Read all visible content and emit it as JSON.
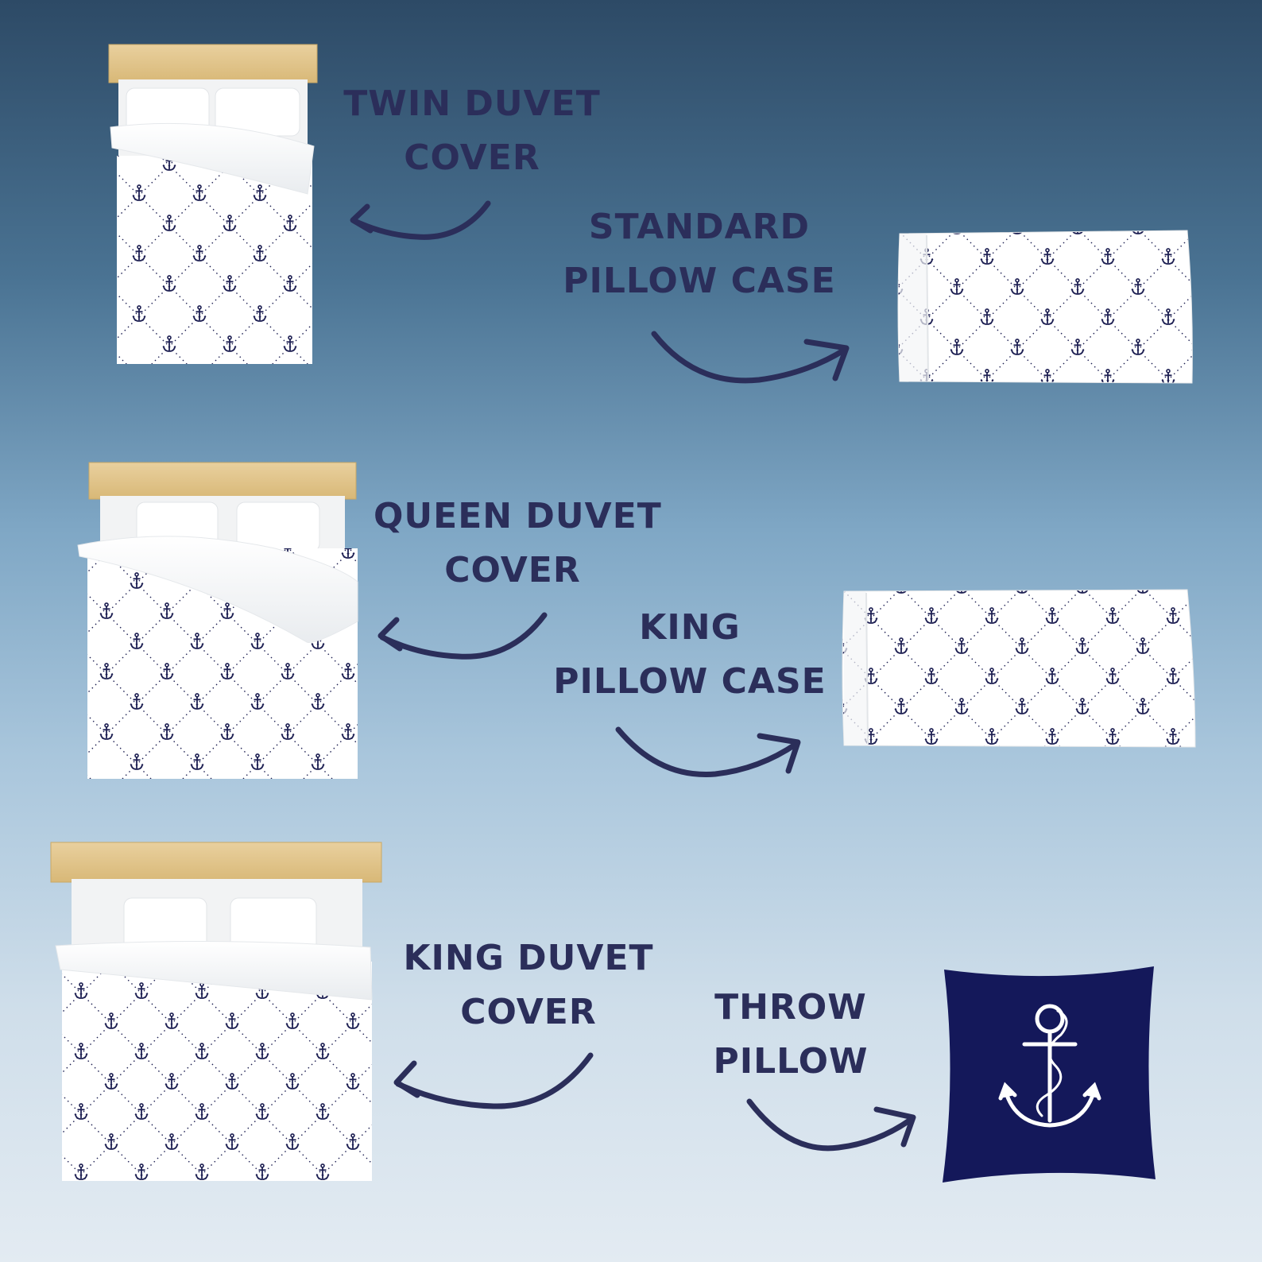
{
  "colors": {
    "label_text": "#2b2e5a",
    "arrow": "#2b2e5a",
    "navy": "#1d1f52",
    "pillow_navy": "#14185a",
    "headboard": "#e2c68f",
    "sheet": "#ffffff"
  },
  "products": {
    "twin_duvet": {
      "line1": "TWIN DUVET",
      "line2": "COVER"
    },
    "standard_pillow": {
      "line1": "STANDARD",
      "line2": "PILLOW CASE"
    },
    "queen_duvet": {
      "line1": "QUEEN DUVET",
      "line2": "COVER"
    },
    "king_pillow": {
      "line1": "KING",
      "line2": "PILLOW CASE"
    },
    "king_duvet": {
      "line1": "KING DUVET",
      "line2": "COVER"
    },
    "throw_pillow": {
      "line1": "THROW",
      "line2": "PILLOW"
    }
  },
  "icons": {
    "pattern": "anchor-icon",
    "arrow": "curved-arrow-icon",
    "pillow_emblem": "anchor-rope-icon"
  }
}
